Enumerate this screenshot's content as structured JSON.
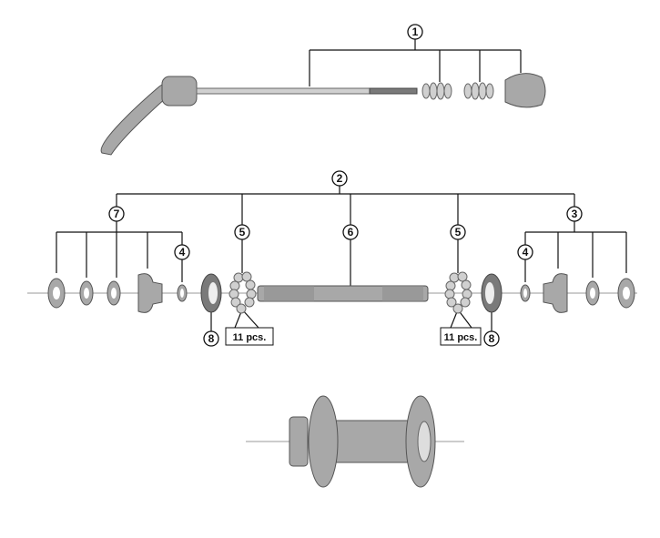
{
  "callouts": {
    "c1": "1",
    "c2": "2",
    "c3": "3",
    "c4a": "4",
    "c4b": "4",
    "c5a": "5",
    "c5b": "5",
    "c6": "6",
    "c7": "7",
    "c8a": "8",
    "c8b": "8"
  },
  "quantity_labels": {
    "left": "11 pcs.",
    "right": "11 pcs."
  }
}
